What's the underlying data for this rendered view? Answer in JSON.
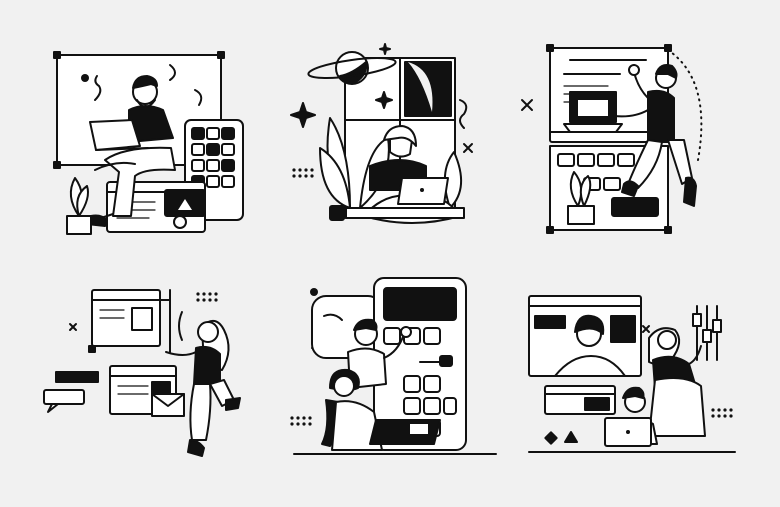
{
  "palette": {
    "background": "#f1f1f1",
    "ink": "#111111",
    "paper": "#ffffff"
  },
  "illustrations": [
    {
      "name": "man-with-laptop-on-phone",
      "icons": [
        "person-icon",
        "laptop-icon",
        "phone-grid-icon",
        "play-icon",
        "plant-icon",
        "frame-icon"
      ]
    },
    {
      "name": "woman-laptop-at-window",
      "icons": [
        "planet-icon",
        "window-icon",
        "plant-icon",
        "laptop-icon",
        "sparkle-icon",
        "mug-icon"
      ]
    },
    {
      "name": "man-jumping-web-ui",
      "icons": [
        "browser-window-icon",
        "laptop-icon",
        "plant-icon",
        "cross-icon"
      ]
    },
    {
      "name": "woman-floating-windows",
      "icons": [
        "browser-window-icon",
        "envelope-icon",
        "chat-bubble-icon",
        "phone-icon"
      ]
    },
    {
      "name": "team-at-giant-phone",
      "icons": [
        "phone-icon",
        "laptop-icon",
        "person-icon"
      ]
    },
    {
      "name": "video-call-team",
      "icons": [
        "browser-window-icon",
        "slider-controls-icon",
        "laptop-icon",
        "triangle-icon"
      ]
    }
  ]
}
